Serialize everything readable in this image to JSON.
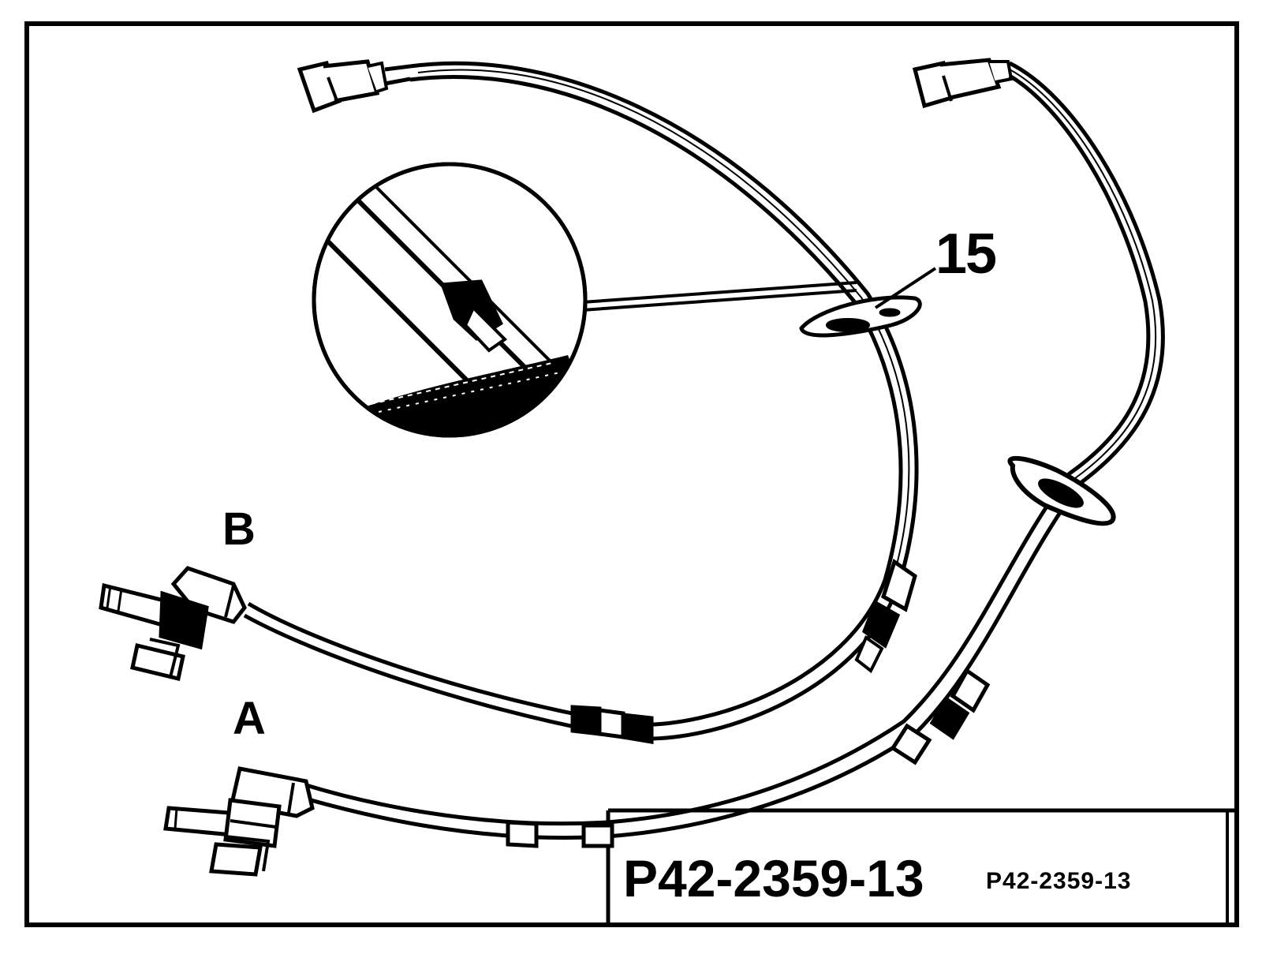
{
  "labels": {
    "part_number": "15",
    "sensor_b": "B",
    "sensor_a": "A"
  },
  "title_block": {
    "code_main": "P42-2359-13",
    "code_small": "P42-2359-13"
  }
}
